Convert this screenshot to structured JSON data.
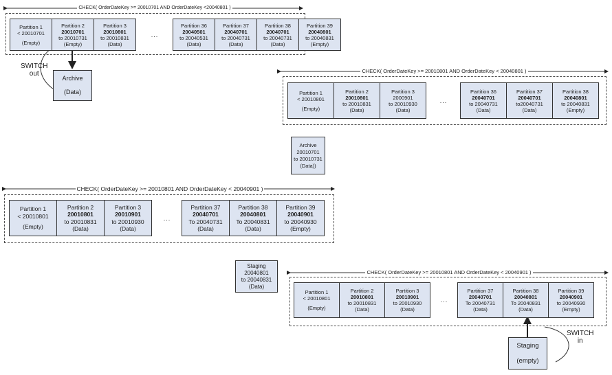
{
  "diagrams": [
    {
      "check": "CHECK( OrderDateKey >= 20010701 AND OrderDateKey <20040801 )",
      "left": [
        {
          "l1": "Partition 1",
          "l2": "< 20010701",
          "l3": "",
          "l4": "(Empty)"
        },
        {
          "l1": "Partition 2",
          "l2": "20010701",
          "l3": "to 20010731",
          "l4": "(Empty)"
        },
        {
          "l1": "Partition 3",
          "l2": "20010801",
          "l3": "to 20010831",
          "l4": "(Data)"
        }
      ],
      "ellipsis": "...",
      "right": [
        {
          "l1": "Partition 36",
          "l2": "20040501",
          "l3": "to 20040531",
          "l4": "(Data)"
        },
        {
          "l1": "Partition 37",
          "l2": "20040701",
          "l3": "to 20040731",
          "l4": "(Data)"
        },
        {
          "l1": "Partition 38",
          "l2": "20040701",
          "l3": "to 20040731",
          "l4": "(Data)"
        },
        {
          "l1": "Partition 39",
          "l2": "20040801",
          "l3": "to 20040831",
          "l4": "(Empty)"
        }
      ]
    },
    {
      "check": "CHECK( OrderDateKey >= 20010801 AND OrderDateKey < 20040801 )",
      "left": [
        {
          "l1": "Partition 1",
          "l2": "< 20010801",
          "l3": "",
          "l4": "(Empty)"
        },
        {
          "l1": "Partition 2",
          "l2": "20010801",
          "l3": "to 20010831",
          "l4": "(Data)"
        },
        {
          "l1": "Partition 3",
          "l2": "2000901",
          "l3": "to 20010930",
          "l4": "(Data)"
        }
      ],
      "ellipsis": "...",
      "right": [
        {
          "l1": "Partition 36",
          "l2": "20040701",
          "l3": "to 20040731",
          "l4": "(Data)"
        },
        {
          "l1": "Partition 37",
          "l2": "20040701",
          "l3": "to20040731",
          "l4": "(Data)"
        },
        {
          "l1": "Partition 38",
          "l2": "20040801",
          "l3": "to 20040831",
          "l4": "(Empty)"
        }
      ]
    },
    {
      "check": "CHECK( OrderDateKey >= 20010801 AND OrderDateKey < 20040901 )",
      "left": [
        {
          "l1": "Partition 1",
          "l2": "< 20010801",
          "l3": "",
          "l4": "(Empty)"
        },
        {
          "l1": "Partition 2",
          "l2": "20010801",
          "l3": "to 20010831",
          "l4": "(Data)"
        },
        {
          "l1": "Partition 3",
          "l2": "20010901",
          "l3": "to 20010930",
          "l4": "(Data)"
        }
      ],
      "ellipsis": "...",
      "right": [
        {
          "l1": "Partition 37",
          "l2": "20040701",
          "l3": "To 20040731",
          "l4": "(Data)"
        },
        {
          "l1": "Partition 38",
          "l2": "20040801",
          "l3": "To 20040831",
          "l4": "(Data)"
        },
        {
          "l1": "Partition 39",
          "l2": "20040901",
          "l3": "to 20040930",
          "l4": "(Empty)"
        }
      ]
    },
    {
      "check": "CHECK( OrderDateKey >= 20010801 AND OrderDateKey < 20040901 )",
      "left": [
        {
          "l1": "Partition 1",
          "l2": "< 20010801",
          "l3": "",
          "l4": "(Empty)"
        },
        {
          "l1": "Partition 2",
          "l2": "20010801",
          "l3": "to 20010831",
          "l4": "(Data)"
        },
        {
          "l1": "Partition 3",
          "l2": "20010901",
          "l3": "to 20010930",
          "l4": "(Data)"
        }
      ],
      "ellipsis": "...",
      "right": [
        {
          "l1": "Partition 37",
          "l2": "20040701",
          "l3": "To 20040731",
          "l4": "(Data)"
        },
        {
          "l1": "Partition 38",
          "l2": "20040801",
          "l3": "To 20040831",
          "l4": "(Data)"
        },
        {
          "l1": "Partition 39",
          "l2": "20040901",
          "l3": "to 20040930",
          "l4": "(Empty)"
        }
      ]
    }
  ],
  "archive1": {
    "title": "Archive",
    "state": "(Data)"
  },
  "switch_out": {
    "line1": "SWITCH",
    "line2": "out"
  },
  "archive2": {
    "l1": "Archive",
    "l2": "20010701",
    "l3": "to 20010731",
    "l4": "(Data))"
  },
  "staging1": {
    "l1": "Staging",
    "l2": "20040801",
    "l3": "to 20040831",
    "l4": "(Data)"
  },
  "staging2": {
    "title": "Staging",
    "state": "(empty)"
  },
  "switch_in": {
    "line1": "SWITCH",
    "line2": "in"
  }
}
